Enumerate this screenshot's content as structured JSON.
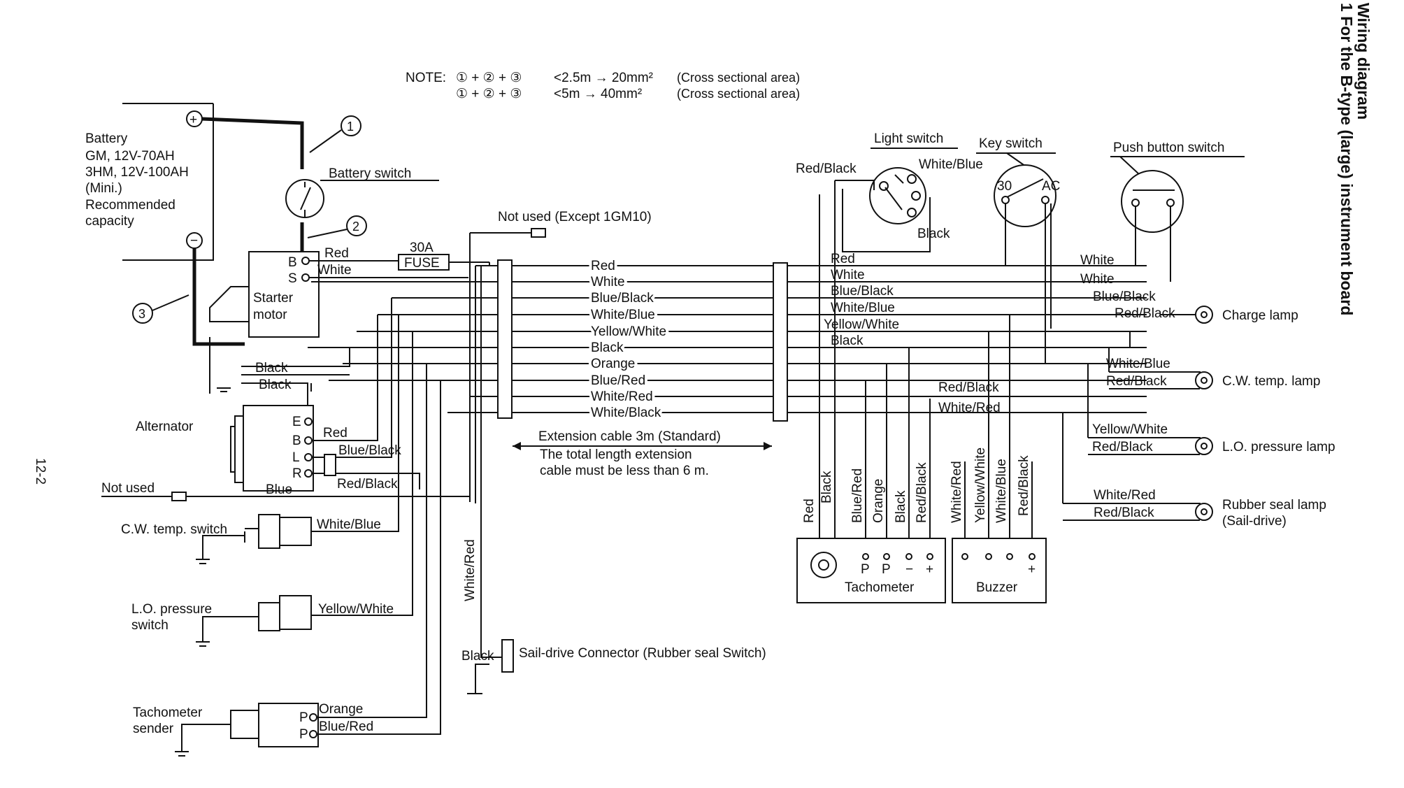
{
  "page_number": "12-2",
  "title_line1": "Wiring diagram",
  "title_line2": "1 For the B-type (large) instrument board",
  "note": {
    "label": "NOTE:",
    "nums": [
      "①",
      "+",
      "②",
      "+",
      "③"
    ],
    "line1_text": "<2.5m → 20mm²",
    "line1_area": "(Cross sectional area)",
    "line2_text": "<5m → 40mm²",
    "line2_area": "(Cross sectional area)"
  },
  "markers": {
    "m1": "1",
    "m2": "2",
    "m3": "3"
  },
  "battery": {
    "lines": [
      "Battery",
      "GM, 12V-70AH",
      "3HM, 12V-100AH",
      "(Mini.)",
      "Recommended",
      "capacity"
    ],
    "plus": "+",
    "minus": "−"
  },
  "battery_switch": "Battery switch",
  "starter": {
    "b": "B",
    "s": "S",
    "label1": "Starter",
    "label2": "motor"
  },
  "fuse": {
    "amp": "30A",
    "label": "FUSE"
  },
  "starter_wires": {
    "red": "Red",
    "white": "White"
  },
  "not_used_top": "Not used (Except 1GM10)",
  "harness_colors": [
    "Red",
    "White",
    "Blue/Black",
    "White/Blue",
    "Yellow/White",
    "Black",
    "Orange",
    "Blue/Red",
    "White/Red",
    "White/Black"
  ],
  "extension": {
    "label": "Extension cable 3m (Standard)",
    "note1": "The total length extension",
    "note2": "cable must be less than 6 m."
  },
  "left_labels": {
    "black1": "Black",
    "black2": "Black",
    "alternator": "Alternator",
    "alt_terminals": [
      "E",
      "B",
      "L",
      "R"
    ],
    "alt_red": "Red",
    "alt_blueblack": "Blue/Black",
    "alt_redblack": "Red/Black",
    "not_used": "Not used",
    "blue": "Blue"
  },
  "sensors": {
    "cw_switch": "C.W. temp. switch",
    "cw_wire": "White/Blue",
    "lo_switch_1": "L.O. pressure",
    "lo_switch_2": "switch",
    "lo_wire": "Yellow/White",
    "tach_sender_1": "Tachometer",
    "tach_sender_2": "sender",
    "tach_orange": "Orange",
    "tach_bluered": "Blue/Red",
    "p": "P"
  },
  "sail_drive": {
    "vertical": "White/Red",
    "black": "Black",
    "label": "Sail-drive Connector (Rubber seal Switch)"
  },
  "panel_wires": [
    "Red",
    "White",
    "Blue/Black",
    "White/Blue",
    "Yellow/White",
    "Black"
  ],
  "switches": {
    "light": "Light switch",
    "key": "Key switch",
    "key_30": "30",
    "key_ac": "AC",
    "push": "Push button switch",
    "red_black": "Red/Black",
    "white_blue": "White/Blue",
    "black": "Black"
  },
  "right_wires": {
    "white1": "White",
    "white2": "White",
    "blue_black": "Blue/Black",
    "charge_rb": "Red/Black",
    "cw_wb": "White/Blue",
    "cw_rb": "Red/Black",
    "lo_yw": "Yellow/White",
    "lo_rb": "Red/Black",
    "rs_wr": "White/Red",
    "rs_rb": "Red/Black",
    "mid_rb": "Red/Black",
    "mid_wr": "White/Red"
  },
  "lamps": {
    "charge": "Charge lamp",
    "cw": "C.W. temp. lamp",
    "lo": "L.O. pressure lamp",
    "rubber_1": "Rubber seal lamp",
    "rubber_2": "(Sail-drive)"
  },
  "gauge_wires": {
    "tach": [
      "Red",
      "Black",
      "Blue/Red",
      "Orange",
      "Black",
      "Red/Black"
    ],
    "buzzer": [
      "White/Red",
      "Yellow/White",
      "White/Blue",
      "Red/Black"
    ]
  },
  "tachometer": {
    "label": "Tachometer",
    "terms": [
      "P",
      "P",
      "−",
      "+"
    ]
  },
  "buzzer": {
    "label": "Buzzer",
    "plus": "+"
  }
}
